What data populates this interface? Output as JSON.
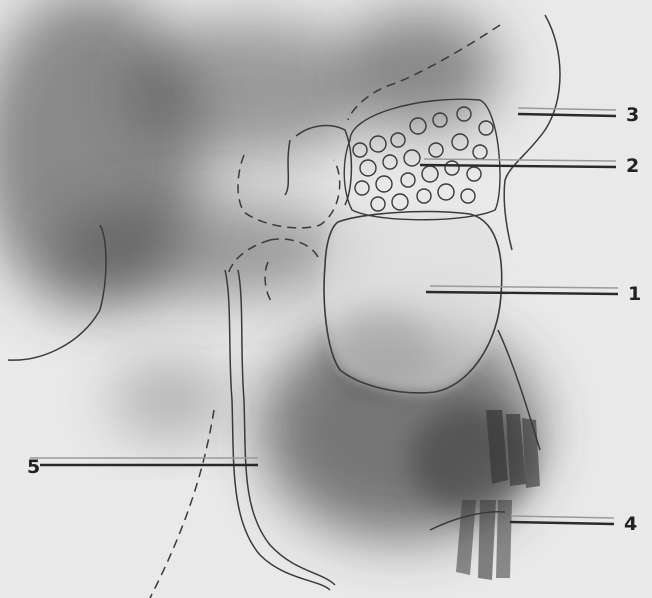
{
  "figure": {
    "colors": {
      "background": "#e9e9e9",
      "shadow": "#3a3a3a",
      "contour": "#3a3a3a",
      "leader": "#2a2a2a"
    },
    "callouts": [
      {
        "id": "1",
        "text": "1"
      },
      {
        "id": "2",
        "text": "2"
      },
      {
        "id": "3",
        "text": "3"
      },
      {
        "id": "4",
        "text": "4"
      },
      {
        "id": "5",
        "text": "5"
      }
    ]
  }
}
